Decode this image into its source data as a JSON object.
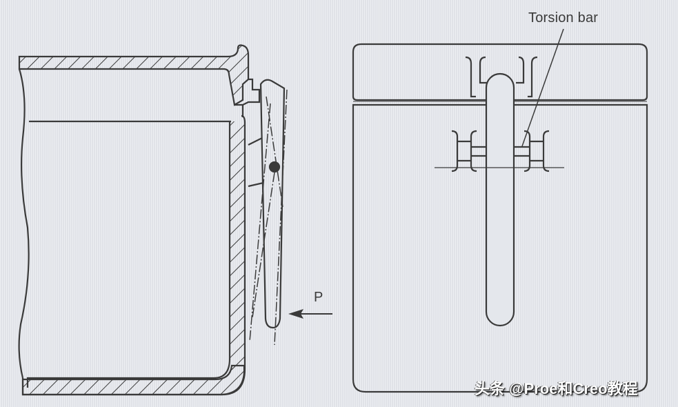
{
  "figure": {
    "left_view": {
      "name": "side-section-view",
      "force_label": "P"
    },
    "right_view": {
      "name": "front-view",
      "callout_label": "Torsion bar"
    },
    "watermark": "头条 @Proe和Creo教程",
    "colors": {
      "background": "#e4e7ec",
      "line": "#3a3a3a"
    }
  }
}
